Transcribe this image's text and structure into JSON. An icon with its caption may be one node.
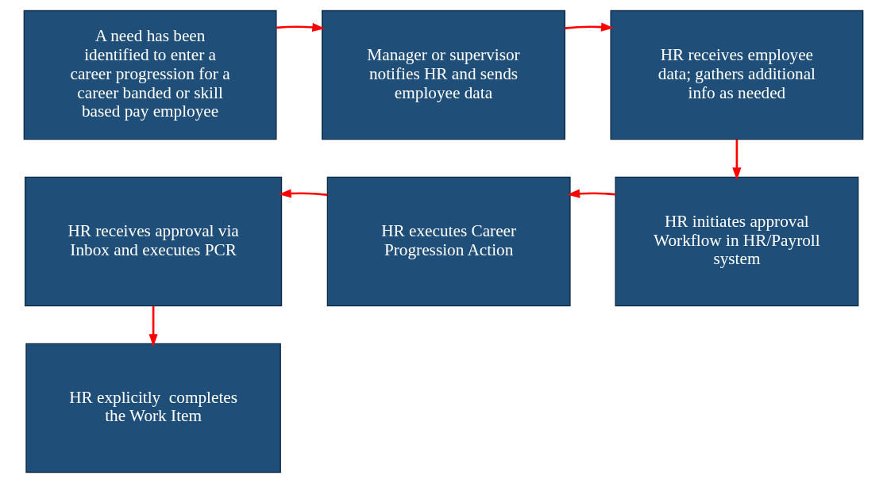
{
  "diagram": {
    "nodes": [
      {
        "text": [
          "A need has been identified to enter a career progression for a career banded or skill based pay employee"
        ]
      },
      {
        "text": [
          "Manager or supervisor notifies HR and sends employee data"
        ]
      },
      {
        "text": [
          "HR receives employee data; gathers additional info as needed"
        ]
      },
      {
        "text": [
          "HR initiates approval Workflow in HR/Payroll  system"
        ]
      },
      {
        "text": [
          "HR executes Career Progression Action"
        ]
      },
      {
        "text": [
          "HR receives approval via Inbox and executes PCR"
        ]
      },
      {
        "text": [
          "HR explicitly  completes the Work Item"
        ]
      }
    ],
    "edges": [
      {
        "from": 0,
        "to": 1,
        "arrow": "to"
      },
      {
        "from": 1,
        "to": 2,
        "arrow": "to"
      },
      {
        "from": 2,
        "to": 3,
        "arrow": "to"
      },
      {
        "from": 3,
        "to": 4,
        "arrow": "to"
      },
      {
        "from": 4,
        "to": 5,
        "arrow": "to"
      },
      {
        "from": 5,
        "to": 6,
        "arrow": "to"
      }
    ]
  }
}
